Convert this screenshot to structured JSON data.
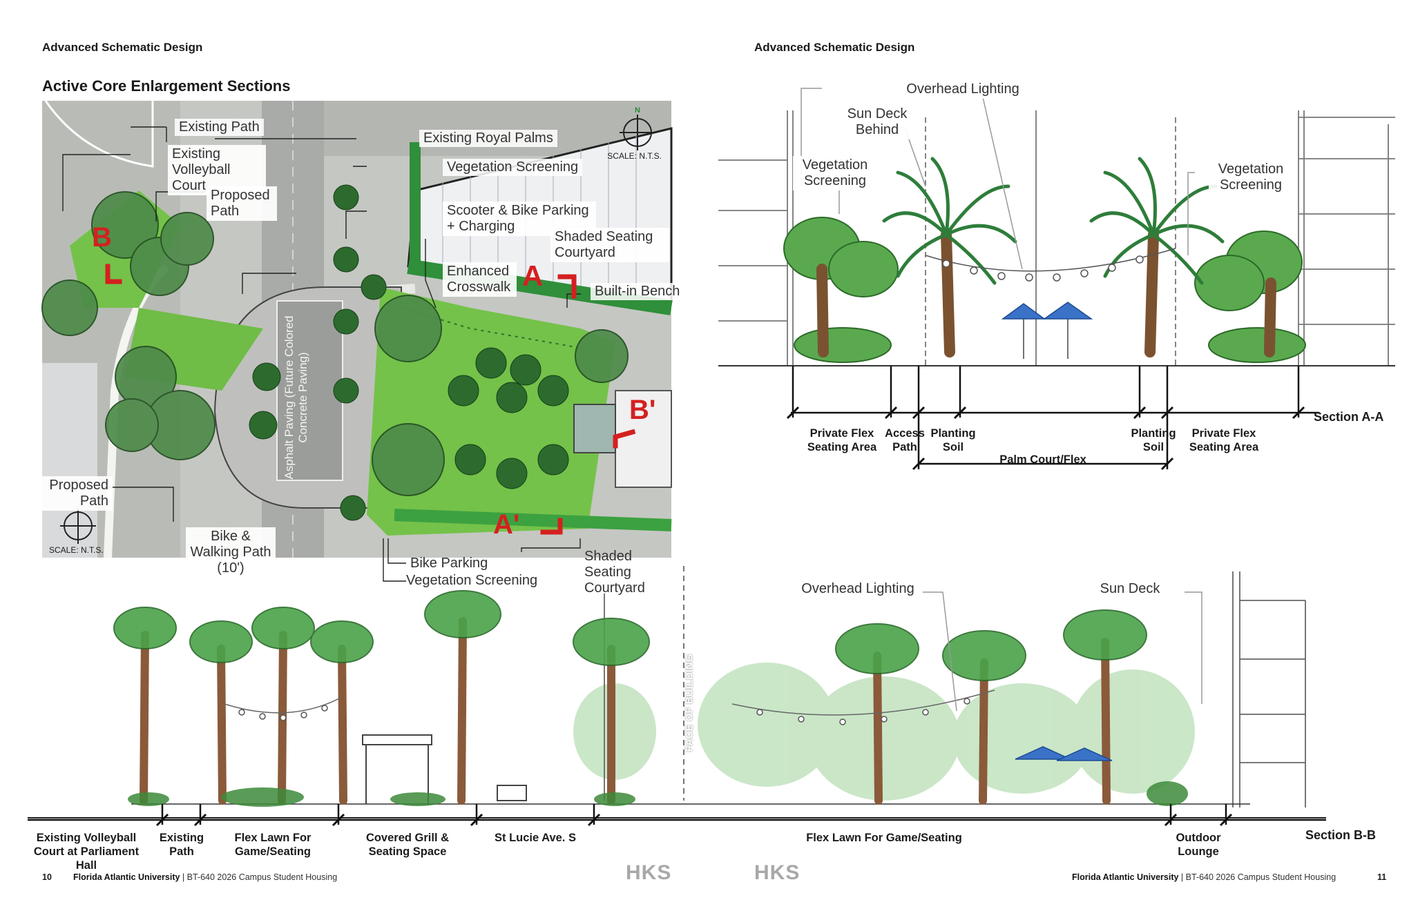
{
  "left_page": {
    "header": "Advanced Schematic Design",
    "title": "Active Core Enlargement Sections",
    "plan": {
      "scale_top": "SCALE: N.T.S.",
      "scale_bottom": "SCALE: N.T.S.",
      "paving_text": "Asphalt Paving (Future Colored Concrete Paving)",
      "section_marks": [
        "B",
        "A",
        "B'",
        "A'"
      ],
      "callouts": {
        "existing_path": "Existing Path",
        "existing_volleyball": "Existing Volleyball Court",
        "proposed_path_top": "Proposed Path",
        "existing_royal_palms": "Existing Royal Palms",
        "vegetation_screening_top": "Vegetation Screening",
        "scooter_bike": "Scooter & Bike Parking + Charging",
        "shaded_seating_top": "Shaded Seating Courtyard",
        "enhanced_crosswalk": "Enhanced Crosswalk",
        "built_in_bench": "Built-in Bench",
        "proposed_path_bottom": "Proposed Path",
        "bike_walking_path": "Bike & Walking Path (10')",
        "bike_parking": "Bike Parking",
        "vegetation_screening_bottom": "Vegetation Screening",
        "shaded_seating_bottom": "Shaded Seating Courtyard"
      }
    },
    "footer": {
      "page": "10",
      "university": "Florida Atlantic University",
      "project": "| BT-640 2026 Campus Student Housing",
      "logo": "HKS"
    }
  },
  "right_page": {
    "header": "Advanced Schematic Design",
    "section_aa": {
      "name": "Section A-A",
      "callouts": {
        "overhead_lighting": "Overhead Lighting",
        "sun_deck_behind": "Sun Deck Behind",
        "vegetation_left": "Vegetation Screening",
        "vegetation_right": "Vegetation Screening"
      },
      "dimensions": [
        {
          "key": "private_flex_left",
          "label": "Private Flex Seating Area"
        },
        {
          "key": "access_path",
          "label": "Access Path"
        },
        {
          "key": "planting_soil_left",
          "label": "Planting Soil"
        },
        {
          "key": "planting_soil_right",
          "label": "Planting Soil"
        },
        {
          "key": "private_flex_right",
          "label": "Private Flex Seating Area"
        },
        {
          "key": "palm_court",
          "label": "Palm Court/Flex"
        }
      ]
    },
    "footer": {
      "page": "11",
      "university": "Florida Atlantic University",
      "project": "| BT-640 2026 Campus Student Housing",
      "logo": "HKS"
    }
  },
  "section_bb": {
    "name": "Section B-B",
    "face_of_building": "FACE OF BUILDING",
    "callouts": {
      "overhead_lighting": "Overhead Lighting",
      "sun_deck": "Sun Deck"
    },
    "dimensions": [
      {
        "key": "volleyball",
        "label": "Existing Volleyball Court at Parliament Hall"
      },
      {
        "key": "existing_path",
        "label": "Existing Path"
      },
      {
        "key": "flex_lawn_left",
        "label": "Flex Lawn For Game/Seating"
      },
      {
        "key": "covered_grill",
        "label": "Covered Grill & Seating Space"
      },
      {
        "key": "st_lucie",
        "label": "St Lucie Ave. S"
      },
      {
        "key": "flex_lawn_main",
        "label": "Flex Lawn For Game/Seating"
      },
      {
        "key": "outdoor_lounge",
        "label": "Outdoor Lounge"
      }
    ]
  },
  "colors": {
    "plan_green": "#74c24a",
    "tree_dark": "#3d7a3a",
    "trunk": "#9a6a45",
    "section_red": "#d42020",
    "hks_gray": "#a8a8a8"
  }
}
